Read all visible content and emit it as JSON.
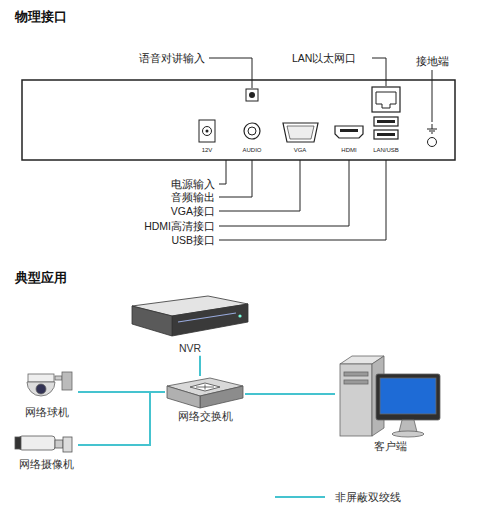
{
  "diagram": {
    "title": "物理接口",
    "nodes": [
      {
        "text": [
          "NVR"
        ]
      },
      {
        "text": [
          "网络球机"
        ]
      },
      {
        "text": [
          "网络交换机"
        ]
      },
      {
        "text": [
          "客户端"
        ]
      },
      {
        "text": [
          "网络摄像机"
        ]
      }
    ],
    "edges": [
      {
        "from": 0,
        "to": 2,
        "arrow": "none"
      },
      {
        "from": 1,
        "to": 2,
        "arrow": "none"
      },
      {
        "from": 2,
        "to": 3,
        "arrow": "none"
      },
      {
        "from": 4,
        "to": 2,
        "arrow": "none"
      }
    ],
    "labels": [
      "典型应用",
      "语音对讲输入",
      "LAN以太网口",
      "接地端",
      "电源输入",
      "音频输出",
      "VGA接口",
      "HDMI高清接口",
      "USB接口",
      "12V",
      "AUDIO",
      "VGA",
      "HDMI",
      "LAN/USB"
    ],
    "legend": [
      {
        "text": "非屏蔽双绞线"
      }
    ]
  }
}
